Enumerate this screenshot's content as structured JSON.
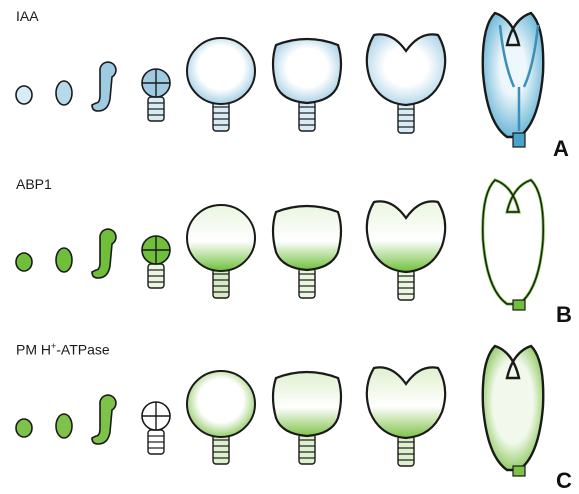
{
  "figure": {
    "rows": [
      {
        "id": "A",
        "title": "IAA",
        "title_sup": "",
        "title_rest": "",
        "letter": "A",
        "color": "#4aa3c9",
        "light": "#d8ecf5",
        "dark": "#2a7fa8"
      },
      {
        "id": "B",
        "title": "ABP1",
        "title_sup": "",
        "title_rest": "",
        "letter": "B",
        "color": "#6fbf3a",
        "light": "#eaf6e0",
        "dark": "#4f9c22"
      },
      {
        "id": "C",
        "title": "PM H",
        "title_sup": "+",
        "title_rest": "-ATPase",
        "letter": "C",
        "color": "#7fc24a",
        "light": "#dff0cf",
        "dark": "#5aa52a"
      }
    ]
  }
}
